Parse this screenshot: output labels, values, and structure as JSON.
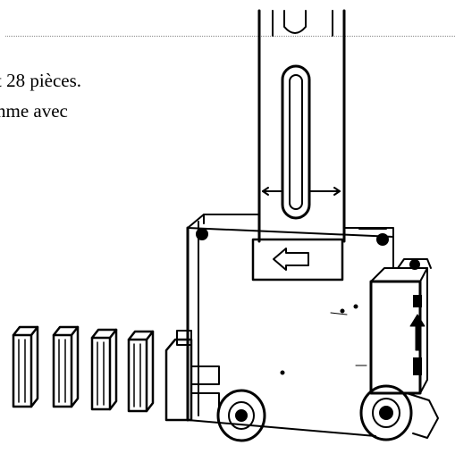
{
  "text": {
    "line1": "t 28 pièces.",
    "line2": "nme avec"
  },
  "illustration": {
    "subject": "wheeled-domino-dispenser",
    "block_count": 5,
    "colors": {
      "ink": "#000000",
      "paper": "#ffffff"
    }
  }
}
